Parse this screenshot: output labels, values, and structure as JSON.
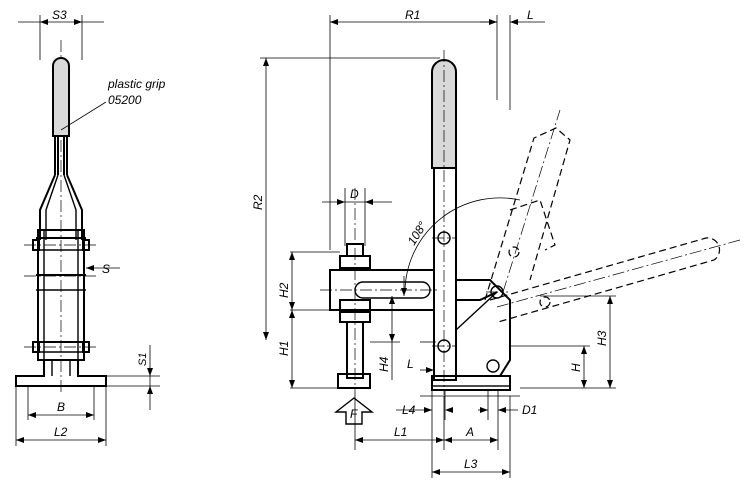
{
  "labels": {
    "s3": "S3",
    "plastic_grip": "plastic grip",
    "part_no": "05200",
    "s": "S",
    "s1": "S1",
    "b": "B",
    "l2": "L2",
    "r1": "R1",
    "l_top": "L",
    "r2": "R2",
    "d": "D",
    "angle": "108°",
    "h2": "H2",
    "h1": "H1",
    "h4": "H4",
    "l_mid": "L",
    "h": "H",
    "h3": "H3",
    "f": "F",
    "l4": "L4",
    "d1": "D1",
    "l1": "L1",
    "a": "A",
    "l3": "L3"
  }
}
